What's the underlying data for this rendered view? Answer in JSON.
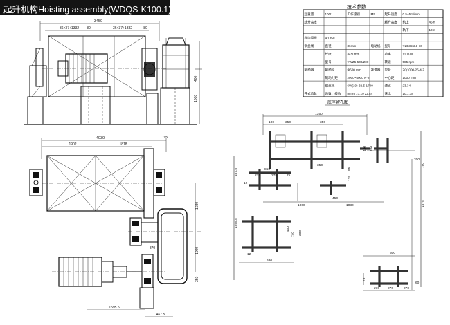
{
  "title": "起升机构Hoisting assembly(WDQS-K100.1)",
  "colors": {
    "title_bg": "#141414",
    "title_fg": "#ffffff",
    "line": "#111111",
    "background": "#ffffff"
  },
  "spec_table": {
    "heading": "技术参数",
    "rows": [
      [
        "起重量",
        "100t",
        "工作级别",
        "M5",
        "起升速度",
        "0.5~5m/min",
        ""
      ],
      [
        "起升高度",
        "",
        "",
        "",
        "起升高度",
        "轨上",
        "45m"
      ],
      [
        "",
        "",
        "",
        "",
        "",
        "轨下",
        "10m"
      ],
      [
        "卷筒直径",
        "Φ1350",
        "",
        "",
        "",
        "",
        ""
      ],
      [
        "钢丝绳",
        "直径",
        "36mm",
        "电动机",
        "型号",
        "YZB355L1-10",
        ""
      ],
      [
        "",
        "长度",
        "3450mm",
        "",
        "功率",
        "110KW",
        ""
      ],
      [
        "",
        "型号",
        "YWZ5-500/200",
        "",
        "转速",
        "585 rpm",
        ""
      ],
      [
        "制动器",
        "制动轮",
        "Φ500 mm",
        "减速器",
        "型号",
        "ZQ1000-25-4-Z",
        ""
      ],
      [
        "",
        "制动力矩",
        "2000~4000 N·m",
        "",
        "中心距",
        "1000 mm",
        ""
      ],
      [
        "",
        "钢丝绳",
        "6W(19)-32.5-1700",
        "",
        "速比",
        "23.34",
        ""
      ],
      [
        "开式齿轮",
        "齿数、模数",
        "m=20  z1:19  z2:84",
        "",
        "速比",
        "10.1:18",
        ""
      ]
    ]
  },
  "views": {
    "side_view": {
      "dims_top": [
        "3450",
        "36×37+1332",
        "80",
        "36×37+1332",
        "80"
      ],
      "dims_right": [
        "400",
        "1000"
      ]
    },
    "plan_view": {
      "dims_top": [
        "4030",
        "1902",
        "1818",
        "195"
      ],
      "dims_right": [
        "1030",
        "1000",
        "350"
      ],
      "dims_mid": [
        "870"
      ],
      "dims_bottom": [
        "1595.5",
        "467.5"
      ]
    },
    "foundation_plan": {
      "heading": "底座留孔图",
      "dims": [
        "1350",
        "100",
        "350",
        "350",
        "490",
        "700",
        "95",
        "125",
        "350",
        "467.5",
        "850",
        "275",
        "275",
        "75",
        "12",
        "1000",
        "450",
        "1030",
        "1595.5",
        "400",
        "740",
        "300",
        "12",
        "680",
        "600",
        "270",
        "270",
        "270",
        "75",
        "60",
        "750",
        "1575",
        "200"
      ]
    }
  }
}
